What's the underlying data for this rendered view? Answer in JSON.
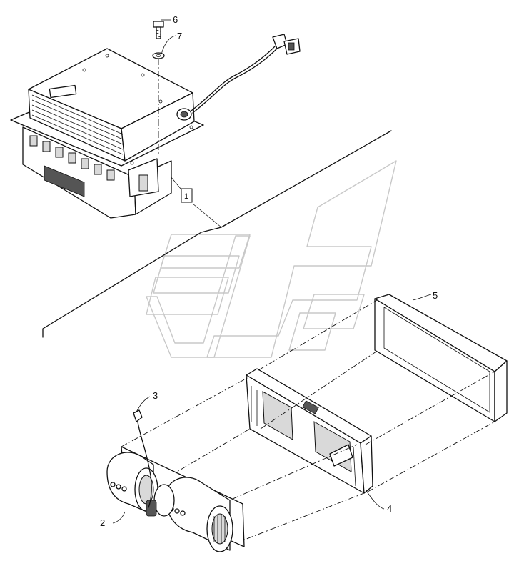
{
  "callouts": {
    "c1": "1",
    "c2": "2",
    "c3": "3",
    "c4": "4",
    "c5": "5",
    "c6": "6",
    "c7": "7"
  },
  "colors": {
    "line": "#111111",
    "watermark": "#c8c8c8",
    "background": "#ffffff"
  }
}
